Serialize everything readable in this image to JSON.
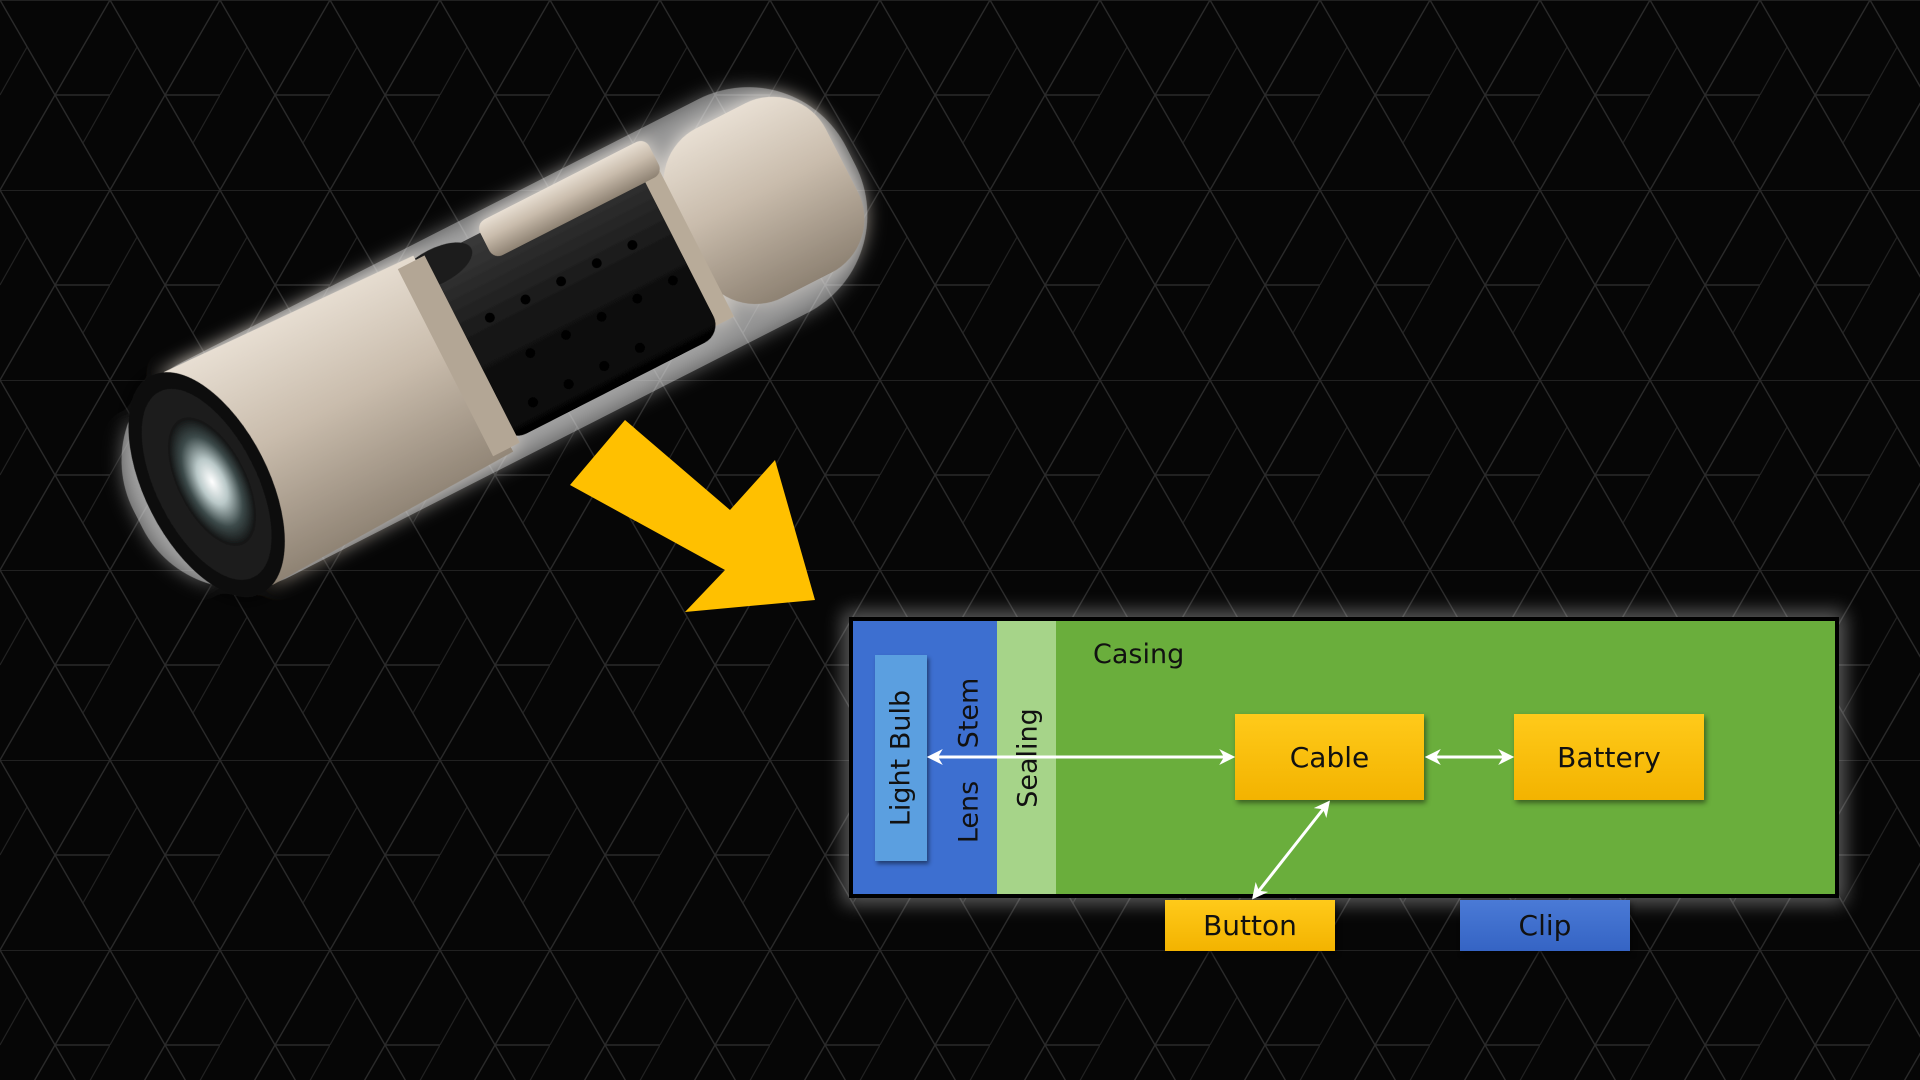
{
  "diagram": {
    "casing_label": "Casing",
    "light_bulb_label": "Light Bulb",
    "lens_label": "Lens",
    "stem_label": "Stem",
    "sealing_label": "Sealing",
    "cable_label": "Cable",
    "battery_label": "Battery",
    "button_label": "Button",
    "clip_label": "Clip"
  },
  "icons": {
    "product_image": "flashlight-icon",
    "pointer": "arrow-down-right-icon"
  },
  "colors": {
    "casing": "#6aae3c",
    "lens_stem": "#3d6fd0",
    "sealing": "#a6d489",
    "light_bulb": "#5b9fe0",
    "component": "#ffc000",
    "clip": "#3d6fd0",
    "pointer_arrow": "#ffc000",
    "connector": "#ffffff"
  }
}
